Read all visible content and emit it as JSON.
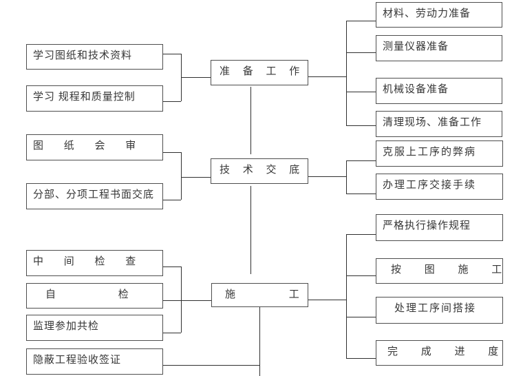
{
  "diagram_title": "construction-process-flowchart",
  "colors": {
    "background": "#ffffff",
    "box_border": "#4d4d4d",
    "text": "#363636",
    "line": "#2e2e2e"
  },
  "nodes": {
    "learn_drawings": "学习图纸和技术资料",
    "learn_regulations": "学习 规程和质量控制",
    "drawing_review": "图 纸 会 审",
    "written_disclosure": "分部、分项工程书面交底",
    "intermediate_check": "中 间 检 查",
    "self_check": "自 检",
    "supervisor_joint_check": "监理参加共检",
    "hidden_work_acceptance": "隐蔽工程验收签证",
    "preparation_work": "准 备 工 作",
    "technical_disclosure": "技 术 交 底",
    "construction": "施 工",
    "material_labor_prep": "材料、劳动力准备",
    "measuring_instrument_prep": "测量仪器准备",
    "mechanical_equipment_prep": "机械设备准备",
    "site_cleanup_prep": "清理现场、准备工作",
    "overcome_defects": "克服上工序的弊病",
    "handover_procedures": "办理工序交接手续",
    "strict_operation_rules": "严格执行操作规程",
    "construct_per_drawing": "按 图 施 工",
    "handle_process_overlap": "处理工序间搭接",
    "complete_progress": "完 成 进 度"
  }
}
